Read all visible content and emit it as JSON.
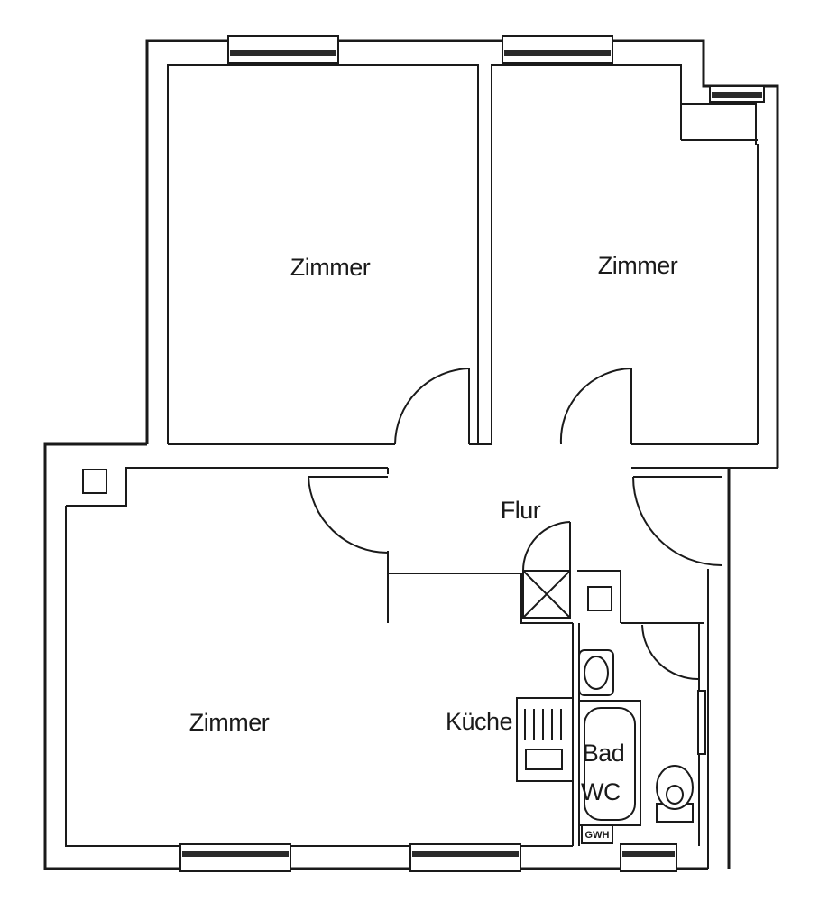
{
  "rooms": {
    "room_top_left": "Zimmer",
    "room_top_right": "Zimmer",
    "room_bottom_left": "Zimmer",
    "hallway": "Flur",
    "kitchen": "Küche",
    "bath_line1": "Bad",
    "bath_line2": "WC"
  },
  "fixtures": {
    "boiler_label": "GWH"
  }
}
